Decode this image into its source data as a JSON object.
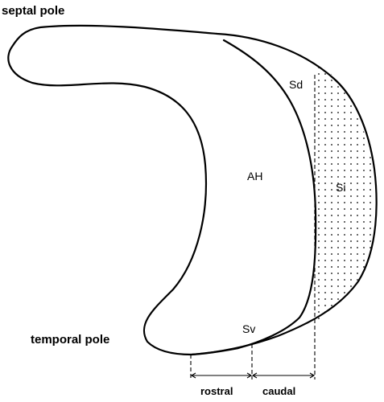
{
  "labels": {
    "septal_pole": "septal pole",
    "temporal_pole": "temporal pole",
    "region_ah": "AH",
    "region_sd": "Sd",
    "region_si": "Si",
    "region_sv": "Sv",
    "axis_rostral": "rostral",
    "axis_caudal": "caudal"
  },
  "colors": {
    "stroke": "#000000",
    "stipple": "#000000",
    "background": "#ffffff"
  }
}
